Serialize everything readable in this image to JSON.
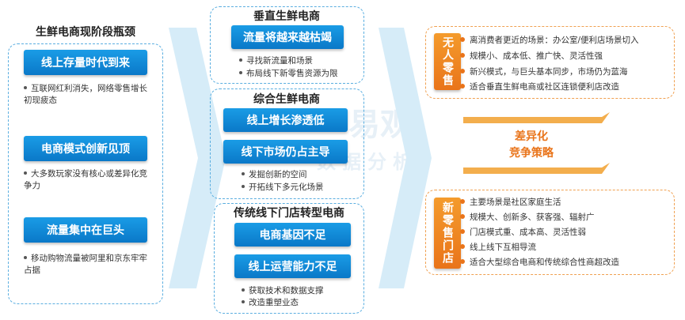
{
  "watermark": {
    "brand": "易观",
    "sub": "数据分析"
  },
  "left": {
    "title": "生鲜电商现阶段瓶颈",
    "items": [
      {
        "label": "线上存量时代到来",
        "desc": "互联网红利消失，网络零售增长初现疲态"
      },
      {
        "label": "电商模式创新见顶",
        "desc": "大多数玩家没有核心或差异化竞争力"
      },
      {
        "label": "流量集中在巨头",
        "desc": "移动购物流量被阿里和京东牢牢占据"
      }
    ]
  },
  "middle": {
    "groups": [
      {
        "title": "垂直生鲜电商",
        "labels": [
          "流量将越来越枯竭"
        ],
        "bullets": [
          "寻找新流量和场景",
          "布局线下新零售资源为限"
        ]
      },
      {
        "title": "综合生鲜电商",
        "labels": [
          "线上增长渗透低",
          "线下市场仍占主导"
        ],
        "bullets": [
          "发掘创新的空间",
          "开拓线下多元化场景"
        ]
      },
      {
        "title": "传统线下门店转型电商",
        "labels": [
          "电商基因不足",
          "线上运营能力不足"
        ],
        "bullets": [
          "获取技术和数据支撑",
          "改造重塑业态"
        ]
      }
    ]
  },
  "right": {
    "top": {
      "label": "无人零售",
      "bullets": [
        "离消费者更近的场景：办公室/便利店场景切入",
        "规模小、成本低、推广快、灵活性强",
        "新兴模式，与巨头基本同步，市场仍为蓝海",
        "适合垂直生鲜电商或社区连锁便利店改造"
      ]
    },
    "middle": {
      "line1": "差异化",
      "line2": "竞争策略"
    },
    "bottom": {
      "label": "新零售门店",
      "bullets": [
        "主要场景是社区家庭生活",
        "规模大、创新多、获客强、辐射广",
        "门店模式重、成本高、灵活性弱",
        "线上线下互相导流",
        "适合大型综合电商和传统综合性商超改造"
      ]
    }
  },
  "colors": {
    "blue": "#0a78c8",
    "orange": "#e9741a",
    "dash": "#5aaee0",
    "arrow": "#d6ecf8"
  }
}
